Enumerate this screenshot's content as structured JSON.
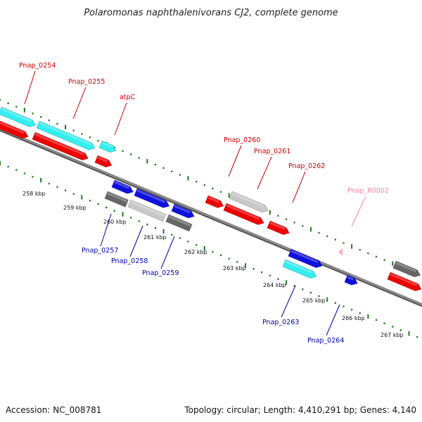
{
  "title": "Polaromonas naphthalenivorans CJ2, complete genome",
  "accession": "Accession: NC_008781",
  "summary": "Topology: circular; Length: 4,410,291 bp; Genes: 4,140",
  "colors": {
    "backbone": "#8a8a8a",
    "ticks": "#1f7a1f",
    "label_forward": "#cc0000",
    "label_reverse": "#0000aa",
    "label_rna": "#ee88aa",
    "cyan": "#33eeee",
    "red": "#ee0000",
    "blue": "#1010dd",
    "dark_gray": "#666666",
    "light_gray": "#c8c8c8",
    "pink": "#ffaacc"
  },
  "scale_labels": [
    "258 kbp",
    "259 kbp",
    "260 kbp",
    "261 kbp",
    "262 kbp",
    "263 kbp",
    "264 kbp",
    "265 kbp",
    "266 kbp",
    "267 kbp"
  ],
  "gene_labels": [
    {
      "text": "Pnap_0254",
      "strand": "forward"
    },
    {
      "text": "Pnap_0255",
      "strand": "forward"
    },
    {
      "text": "atpC",
      "strand": "forward"
    },
    {
      "text": "Pnap_0260",
      "strand": "forward"
    },
    {
      "text": "Pnap_0261",
      "strand": "forward"
    },
    {
      "text": "Pnap_0262",
      "strand": "forward"
    },
    {
      "text": "Pnap_R0002",
      "strand": "rna"
    },
    {
      "text": "Pnap_0257",
      "strand": "reverse"
    },
    {
      "text": "Pnap_0258",
      "strand": "reverse"
    },
    {
      "text": "Pnap_0259",
      "strand": "reverse"
    },
    {
      "text": "Pnap_0263",
      "strand": "reverse"
    },
    {
      "text": "Pnap_0264",
      "strand": "reverse"
    }
  ]
}
